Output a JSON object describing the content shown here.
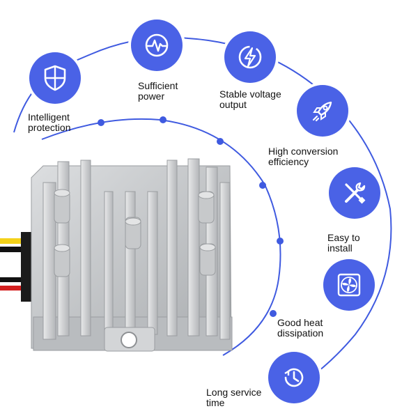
{
  "colors": {
    "accent": "#4a62e6",
    "arc": "#3f5ae0",
    "housing": "#c9cbcd"
  },
  "features": [
    {
      "id": "intelligent-protection",
      "icon": "shield-icon",
      "line1": "Intelligent",
      "line2": "protection"
    },
    {
      "id": "sufficient-power",
      "icon": "heartbeat-icon",
      "line1": "Sufficient",
      "line2": "power"
    },
    {
      "id": "stable-voltage-output",
      "icon": "lightning-bolt-icon",
      "line1": "Stable voltage",
      "line2": "output"
    },
    {
      "id": "high-conversion-efficiency",
      "icon": "rocket-icon",
      "line1": "High conversion",
      "line2": "efficiency"
    },
    {
      "id": "easy-to-install",
      "icon": "wrench-screwdriver-icon",
      "line1": "Easy to",
      "line2": "install"
    },
    {
      "id": "good-heat-dissipation",
      "icon": "fan-icon",
      "line1": "Good heat",
      "line2": "dissipation"
    },
    {
      "id": "long-service-time",
      "icon": "clock-icon",
      "line1": "Long service",
      "line2": "time"
    }
  ]
}
